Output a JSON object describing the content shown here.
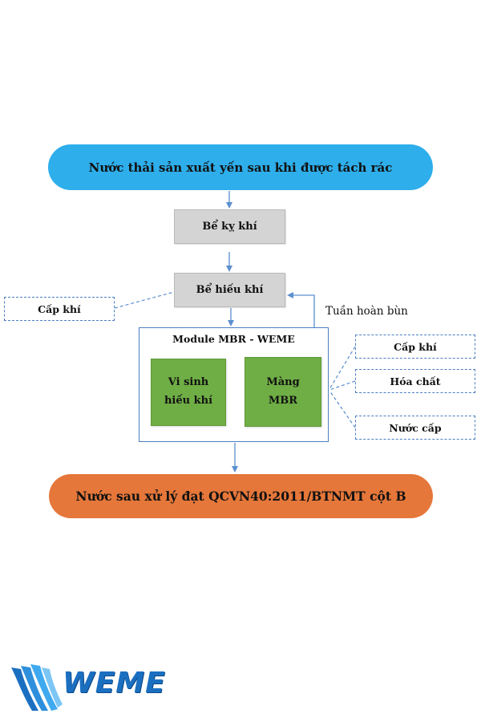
{
  "diagram": {
    "input_label": "Nước thải sản xuất yến sau khi được tách rác",
    "anaerobic_tank_label": "Bể kỵ khí",
    "aerobic_tank_label": "Bể hiếu khí",
    "air_supply_left_label": "Cấp khí",
    "sludge_recycle_label": "Tuần hoàn bùn",
    "module": {
      "title": "Module MBR - WEME",
      "microbe_line1": "Vi sinh",
      "microbe_line2": "hiếu khí",
      "membrane_line1": "Màng",
      "membrane_line2": "MBR"
    },
    "inputs_right": {
      "air_label": "Cấp khí",
      "chemical_label": "Hóa chất",
      "water_label": "Nước cấp"
    },
    "output_label": "Nước sau xử lý đạt QCVN40:2011/BTNMT cột B"
  },
  "logo": {
    "text": "WEME"
  },
  "colors": {
    "input_pill": "#2eaeeb",
    "output_pill": "#e5773a",
    "tank_fill": "#d4d4d4",
    "module_green": "#6fae45",
    "line_blue": "#4a7fc1",
    "logo_blue": "#1b6fc0"
  }
}
